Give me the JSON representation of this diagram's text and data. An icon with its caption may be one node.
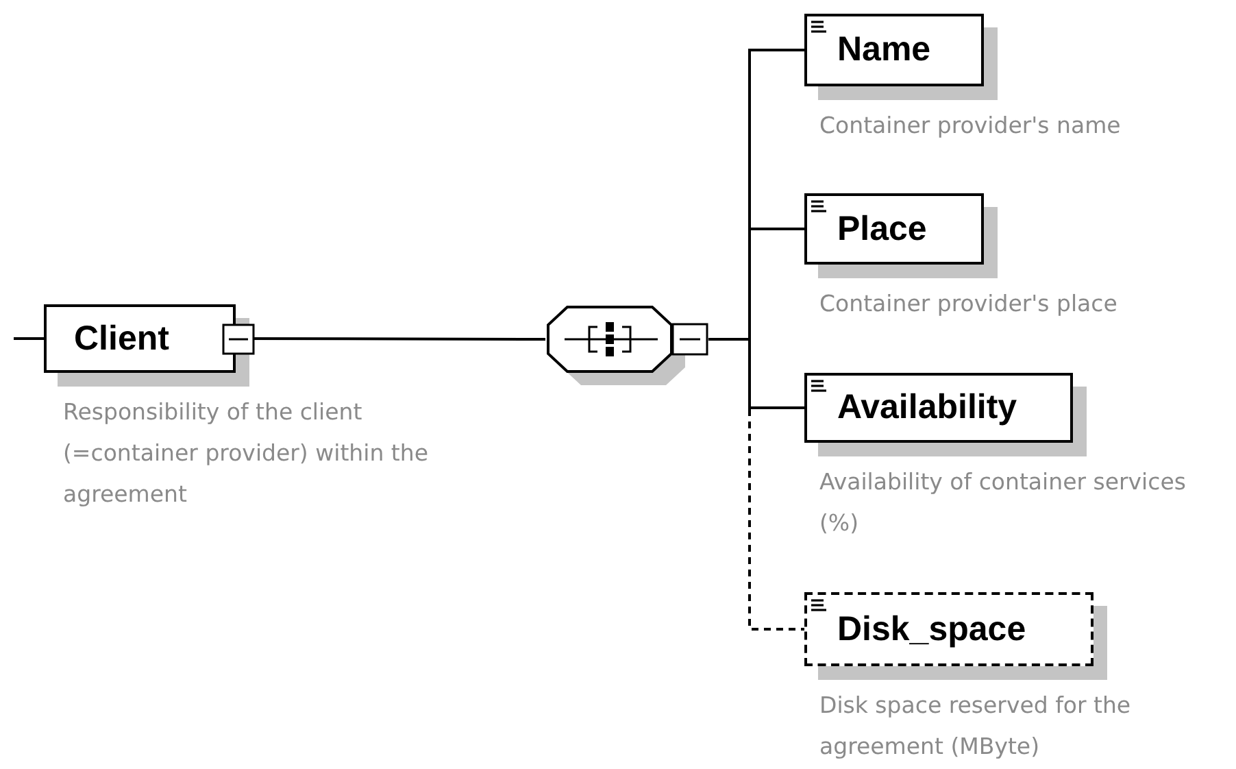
{
  "diagram": {
    "nodes": [
      {
        "text": [
          "Client"
        ],
        "beside": [
          "Responsibility of the client (=container provider) within the agreement"
        ]
      },
      {
        "text": [],
        "shape": "octagon"
      },
      {
        "text": [
          "Name"
        ],
        "beside": [
          "Container provider's name"
        ]
      },
      {
        "text": [
          "Place"
        ],
        "beside": [
          "Container provider's place"
        ]
      },
      {
        "text": [
          "Availability"
        ],
        "beside": [
          "Availability of container services (%)"
        ]
      },
      {
        "text": [
          "Disk_space"
        ],
        "beside": [
          "Disk space reserved for the agreement (MByte)"
        ]
      }
    ],
    "edges": [
      {
        "from": null,
        "to": 0,
        "arrow": "none"
      },
      {
        "from": 0,
        "to": 1,
        "arrow": "none"
      },
      {
        "from": 1,
        "to": 2,
        "arrow": "none"
      },
      {
        "from": 1,
        "to": 3,
        "arrow": "none"
      },
      {
        "from": 1,
        "to": 4,
        "arrow": "none"
      },
      {
        "from": 1,
        "to": 5,
        "arrow": "none",
        "style": "dashed"
      }
    ]
  }
}
